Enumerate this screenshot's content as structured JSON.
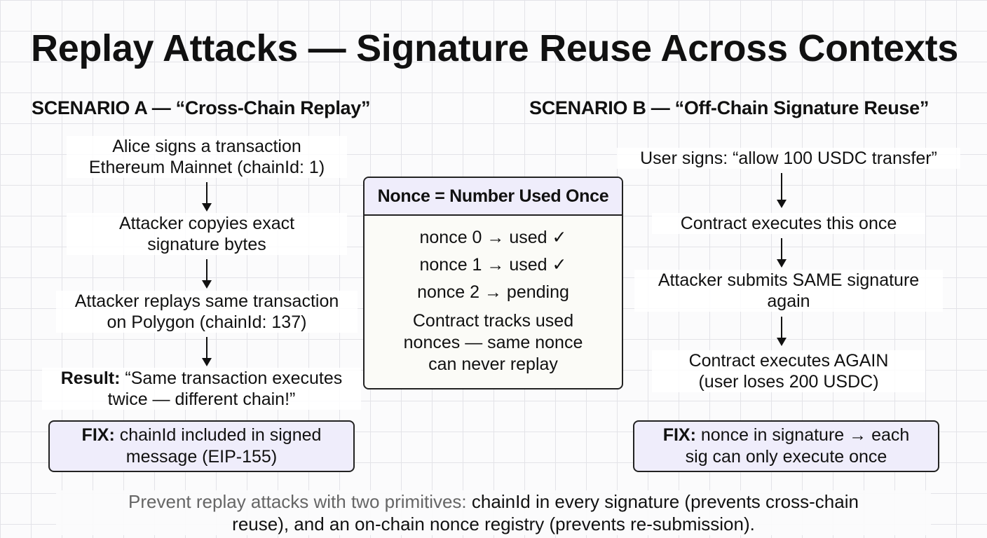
{
  "title": "Replay Attacks — Signature Reuse Across Contexts",
  "scenario_a": {
    "heading": "SCENARIO A — “Cross-Chain Replay”",
    "steps": [
      {
        "line1": "Alice signs a transaction",
        "line2": "Ethereum Mainnet (chainId: 1)"
      },
      {
        "line1": "Attacker copyies exact",
        "line2": "signature bytes"
      },
      {
        "line1": "Attacker replays same transaction",
        "line2": "on Polygon (chainId: 137)"
      }
    ],
    "result": {
      "label": "Result:",
      "line1": "“Same transaction executes",
      "line2": "twice — different chain!”"
    },
    "fix": {
      "label": "FIX:",
      "line1": "chainId included in signed",
      "line2": "message (EIP-155)"
    }
  },
  "nonce_panel": {
    "header": "Nonce = Number Used Once",
    "rows": [
      {
        "text": "nonce 0 → used",
        "mark": "✓"
      },
      {
        "text": "nonce 1 → used",
        "mark": "✓"
      },
      {
        "text": "nonce 2 → pending",
        "mark": ""
      }
    ],
    "note": {
      "line1": "Contract tracks used",
      "line2": "nonces — same nonce",
      "line3": "can never replay"
    }
  },
  "scenario_b": {
    "heading": "SCENARIO B — “Off-Chain Signature Reuse”",
    "steps": [
      {
        "line1": "User signs: “allow 100 USDC transfer”",
        "line2": ""
      },
      {
        "line1": "Contract executes this once",
        "line2": ""
      },
      {
        "line1": "Attacker submits SAME signature",
        "line2": "again"
      },
      {
        "line1": "Contract executes AGAIN",
        "line2": "(user loses 200 USDC)"
      }
    ],
    "fix": {
      "label": "FIX:",
      "line1": "nonce in signature → each",
      "line2": "sig can only execute once"
    }
  },
  "footer": {
    "lead": "Prevent replay attacks with two primitives:",
    "rest_line1": "chainId in every signature (prevents cross-chain",
    "line2": "reuse), and an on-chain nonce registry (prevents re-submission)."
  }
}
